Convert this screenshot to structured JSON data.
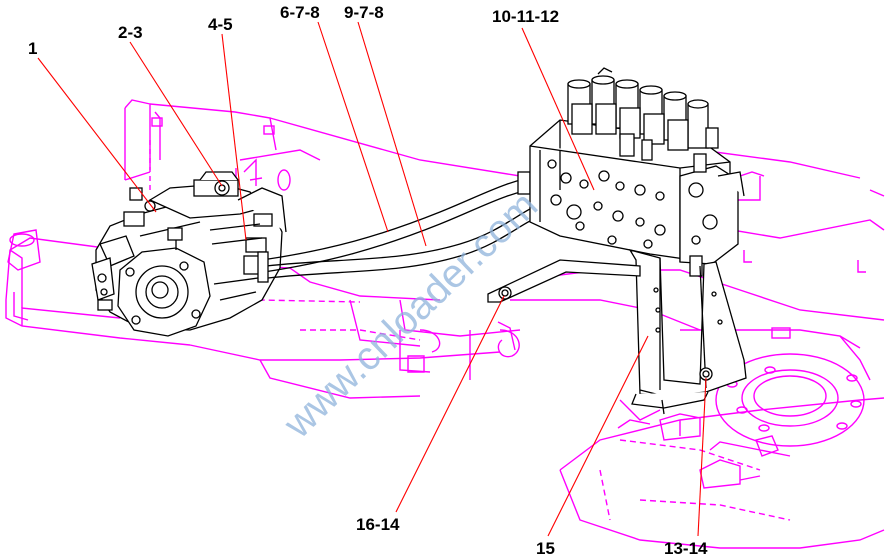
{
  "callouts": {
    "c1": "1",
    "c2": "2-3",
    "c3": "4-5",
    "c4": "6-7-8",
    "c5": "9-7-8",
    "c6": "10-11-12",
    "c7": "16-14",
    "c8": "15",
    "c9": "13-14"
  },
  "watermark": "www.cnloader.com",
  "colors": {
    "frame": "#ff00ff",
    "leader": "#ff0000",
    "parts": "#000000",
    "watermark": "#8fb4dc"
  }
}
